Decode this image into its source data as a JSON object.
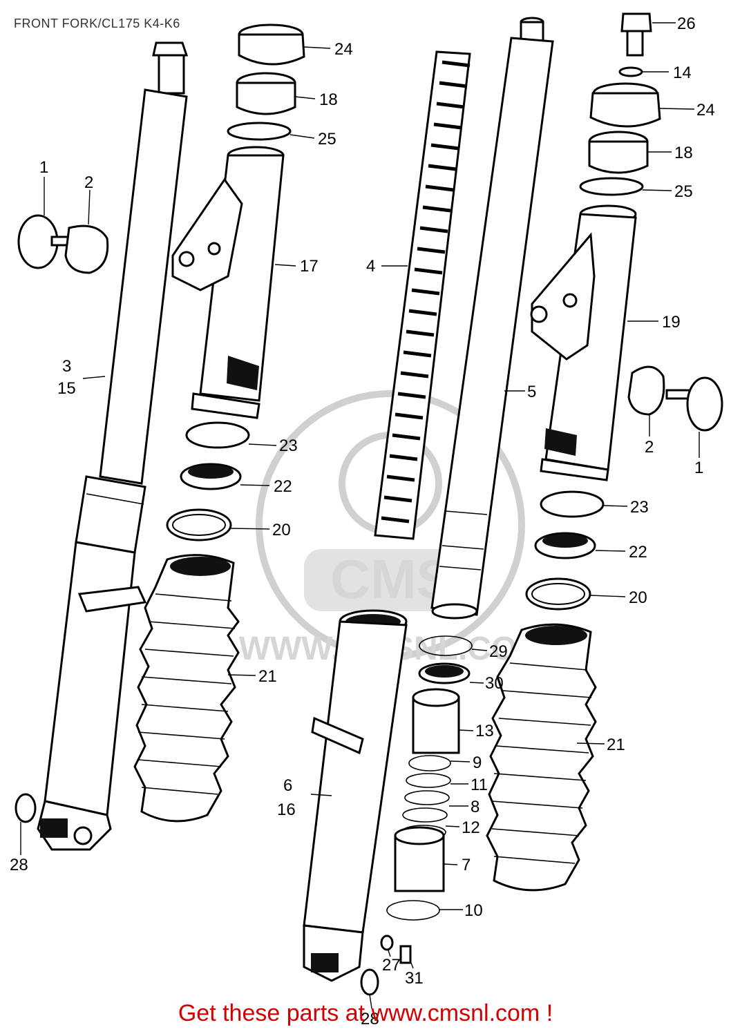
{
  "title": "FRONT FORK/CL175 K4-K6",
  "footer": "Get these parts at www.cmsnl.com !",
  "watermark": {
    "logo": "CMS",
    "url": "WWW.CMSNL.COM"
  },
  "callouts": [
    {
      "id": "c26",
      "text": "26"
    },
    {
      "id": "c24a",
      "text": "24"
    },
    {
      "id": "c14",
      "text": "14"
    },
    {
      "id": "c18a",
      "text": "18"
    },
    {
      "id": "c24b",
      "text": "24"
    },
    {
      "id": "c25a",
      "text": "25"
    },
    {
      "id": "c18b",
      "text": "18"
    },
    {
      "id": "c25b",
      "text": "25"
    },
    {
      "id": "c1a",
      "text": "1"
    },
    {
      "id": "c2a",
      "text": "2"
    },
    {
      "id": "c17",
      "text": "17"
    },
    {
      "id": "c4",
      "text": "4"
    },
    {
      "id": "c19",
      "text": "19"
    },
    {
      "id": "c3",
      "text": "3"
    },
    {
      "id": "c15",
      "text": "15"
    },
    {
      "id": "c5",
      "text": "5"
    },
    {
      "id": "c23a",
      "text": "23"
    },
    {
      "id": "c2b",
      "text": "2"
    },
    {
      "id": "c1b",
      "text": "1"
    },
    {
      "id": "c22a",
      "text": "22"
    },
    {
      "id": "c23b",
      "text": "23"
    },
    {
      "id": "c20a",
      "text": "20"
    },
    {
      "id": "c22b",
      "text": "22"
    },
    {
      "id": "c20b",
      "text": "20"
    },
    {
      "id": "c29",
      "text": "29"
    },
    {
      "id": "c21a",
      "text": "21"
    },
    {
      "id": "c30",
      "text": "30"
    },
    {
      "id": "c13",
      "text": "13"
    },
    {
      "id": "c21b",
      "text": "21"
    },
    {
      "id": "c9",
      "text": "9"
    },
    {
      "id": "c6",
      "text": "6"
    },
    {
      "id": "c11",
      "text": "11"
    },
    {
      "id": "c16",
      "text": "16"
    },
    {
      "id": "c8",
      "text": "8"
    },
    {
      "id": "c12",
      "text": "12"
    },
    {
      "id": "c28a",
      "text": "28"
    },
    {
      "id": "c7",
      "text": "7"
    },
    {
      "id": "c10",
      "text": "10"
    },
    {
      "id": "c27",
      "text": "27"
    },
    {
      "id": "c31",
      "text": "31"
    },
    {
      "id": "c28b",
      "text": "28"
    }
  ]
}
